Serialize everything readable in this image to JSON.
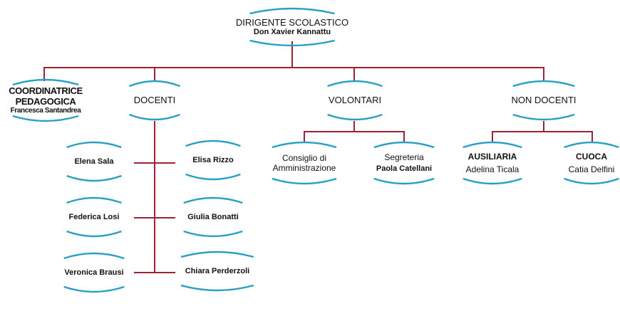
{
  "colors": {
    "line": "#9b2335",
    "arc": "#2a9fc4",
    "text": "#111111"
  },
  "head": {
    "title": "DIRIGENTE SCOLASTICO",
    "name": "Don Xavier Kannattu"
  },
  "coordinatrice": {
    "title_line1": "COORDINATRICE",
    "title_line2": "PEDAGOGICA",
    "name": "Francesca Santandrea"
  },
  "docenti": {
    "title": "DOCENTI",
    "left": [
      "Elena Sala",
      "Federica Losi",
      "Veronica Brausi"
    ],
    "right": [
      "Elisa Rizzo",
      "Giulia Bonatti",
      "Chiara Perderzoli"
    ]
  },
  "volontari": {
    "title": "VOLONTARI",
    "consiglio_line1": "Consiglio di",
    "consiglio_line2": "Amministrazione",
    "segreteria_title": "Segreteria",
    "segreteria_name": "Paola Catellani"
  },
  "non_docenti": {
    "title": "NON DOCENTI",
    "ausiliaria_title": "AUSILIARIA",
    "ausiliaria_name": "Adelina Ticala",
    "cuoca_title": "CUOCA",
    "cuoca_name": "Catia Delfini"
  }
}
